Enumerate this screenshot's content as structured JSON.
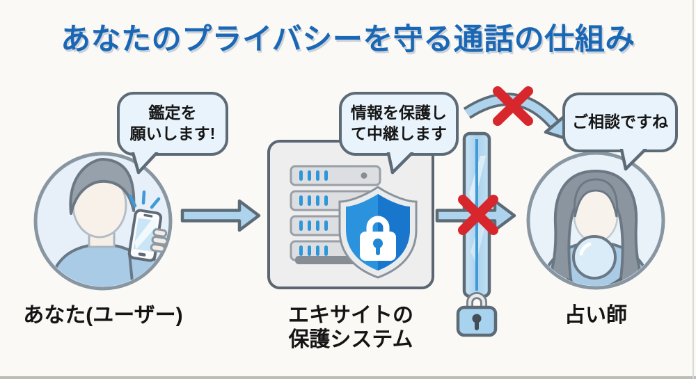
{
  "title": "あなたのプライバシーを守る通話の仕組み",
  "user": {
    "bubble_lines": [
      "鑑定を",
      "願いします!"
    ],
    "label": "あなた(ユーザー)"
  },
  "protection_system": {
    "bubble_lines": [
      "情報を保護し",
      "て中継します"
    ],
    "label_lines": [
      "エキサイトの",
      "保護システム"
    ]
  },
  "fortune_teller": {
    "bubble": "ご相談ですね",
    "label": "占い師"
  },
  "icons": {
    "user": "user-with-smartphone-icon",
    "system": "server-with-shield-lock-icon",
    "barrier": "glass-barrier-with-padlock-icon",
    "teller": "fortune-teller-with-crystal-ball-icon",
    "blocked": "red-cross-icon",
    "flow": "block-arrow-icon"
  },
  "colors": {
    "background": "#faf9f5",
    "title_blue": "#1a67b6",
    "outline_gray": "#5d6b77",
    "bubble_fill": "#e9f3fb",
    "arrow_fill": "#aed3ec",
    "shield_blue": "#2b93de",
    "shield_blue_dark": "#1877cc",
    "server_dash_blue": "#2d97d9",
    "block_red": "#d8272c"
  }
}
